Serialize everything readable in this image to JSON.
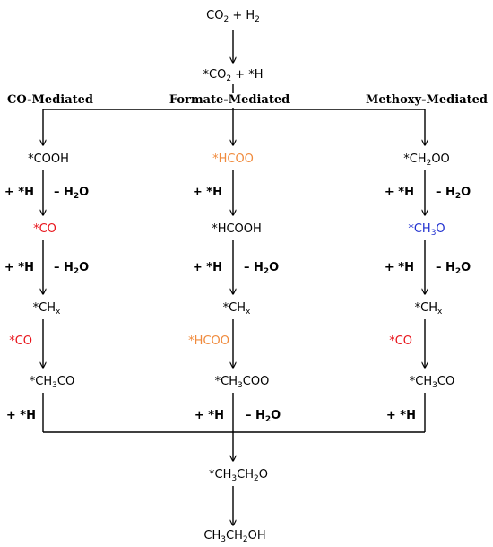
{
  "colors": {
    "red": "#e8141b",
    "orange": "#f08a3c",
    "blue": "#1f2fcf",
    "black": "#000000"
  },
  "headers": {
    "co": "CO-Mediated",
    "formate": "Formate-Mediated",
    "methoxy": "Methoxy-Mediated"
  },
  "species": {
    "co2": {
      "a": "CO",
      "b": "2",
      "c": " + H",
      "d": "2"
    },
    "ads": {
      "a": "*CO",
      "b": "2",
      "c": " + *H"
    },
    "cooh": "*COOH",
    "hcoo1": "*HCOO",
    "ch2oo": {
      "a": "*CH",
      "b": "2",
      "c": "OO"
    },
    "co1": "*CO",
    "hcooh": "*HCOOH",
    "ch3o": {
      "a": "*CH",
      "b": "3",
      "c": "O"
    },
    "chx": {
      "a": "*CH",
      "b": "x"
    },
    "co_l": "*CO",
    "hcoo2": "*HCOO",
    "co_r": "*CO",
    "ch3co_l": {
      "a": "*CH",
      "b": "3",
      "c": "CO"
    },
    "ch3coo": {
      "a": "*CH",
      "b": "3",
      "c": "COO"
    },
    "ch3co_r": {
      "a": "*CH",
      "b": "3",
      "c": "CO"
    },
    "ch3ch2o": {
      "a": "*CH",
      "b": "3",
      "c": "CH",
      "d": "2",
      "e": "O"
    },
    "ethanol": {
      "a": "CH",
      "b": "3",
      "c": "CH",
      "d": "2",
      "e": "OH"
    }
  },
  "conditions": {
    "plus_h": "+ *H",
    "minus_water": {
      "a": "– H",
      "b": "2",
      "c": "O"
    }
  }
}
